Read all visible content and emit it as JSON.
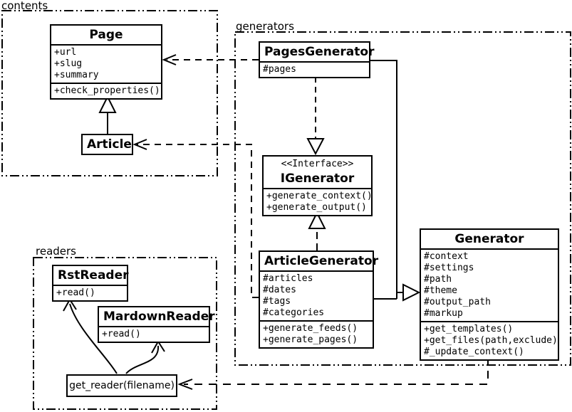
{
  "diagram": {
    "type": "uml-class-diagram",
    "colors": {
      "line": "#000000",
      "background": "#ffffff",
      "box_fill": "#ffffff"
    }
  },
  "packages": {
    "contents": {
      "label": "contents"
    },
    "generators": {
      "label": "generators"
    },
    "readers": {
      "label": "readers"
    }
  },
  "classes": {
    "page": {
      "name": "Page",
      "attributes": [
        "+url",
        "+slug",
        "+summary"
      ],
      "methods": [
        "+check_properties()"
      ]
    },
    "article": {
      "name": "Article"
    },
    "pages_generator": {
      "name": "PagesGenerator",
      "attributes": [
        "#pages"
      ]
    },
    "igenerator": {
      "stereotype": "<<Interface>>",
      "name": "IGenerator",
      "methods": [
        "+generate_context()",
        "+generate_output()"
      ]
    },
    "article_generator": {
      "name": "ArticleGenerator",
      "attributes": [
        "#articles",
        "#dates",
        "#tags",
        "#categories"
      ],
      "methods": [
        "+generate_feeds()",
        "+generate_pages()"
      ]
    },
    "generator": {
      "name": "Generator",
      "attributes": [
        "#context",
        "#settings",
        "#path",
        "#theme",
        "#output_path",
        "#markup"
      ],
      "methods": [
        "+get_templates()",
        "+get_files(path,exclude)",
        "#_update_context()"
      ]
    },
    "rst_reader": {
      "name": "RstReader",
      "methods": [
        "+read()"
      ]
    },
    "mardown_reader": {
      "name": "MardownReader",
      "methods": [
        "+read()"
      ]
    },
    "get_reader": {
      "name": "get_reader(filename)"
    }
  },
  "relationships": [
    {
      "from": "Article",
      "to": "Page",
      "type": "generalization",
      "line": "solid"
    },
    {
      "from": "PagesGenerator",
      "to": "Page",
      "type": "dependency",
      "line": "dashed"
    },
    {
      "from": "ArticleGenerator",
      "to": "Article",
      "type": "dependency",
      "line": "dashed"
    },
    {
      "from": "PagesGenerator",
      "to": "IGenerator",
      "type": "realization",
      "line": "dashed"
    },
    {
      "from": "ArticleGenerator",
      "to": "IGenerator",
      "type": "realization",
      "line": "dashed"
    },
    {
      "from": "PagesGenerator",
      "to": "Generator",
      "type": "generalization",
      "line": "solid"
    },
    {
      "from": "ArticleGenerator",
      "to": "Generator",
      "type": "generalization",
      "line": "solid"
    },
    {
      "from": "Generator",
      "to": "get_reader(filename)",
      "type": "dependency",
      "line": "dashed"
    },
    {
      "from": "get_reader(filename)",
      "to": "RstReader",
      "type": "arrow",
      "line": "solid-curve"
    },
    {
      "from": "get_reader(filename)",
      "to": "MardownReader",
      "type": "arrow",
      "line": "solid-curve"
    }
  ]
}
